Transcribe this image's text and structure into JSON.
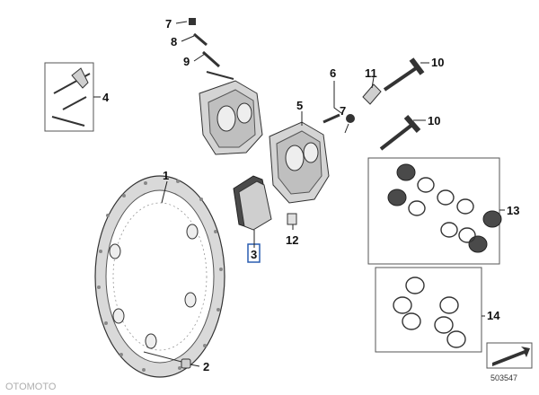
{
  "diagram": {
    "callouts": [
      {
        "id": "c1",
        "text": "1"
      },
      {
        "id": "c2",
        "text": "2"
      },
      {
        "id": "c3",
        "text": "3"
      },
      {
        "id": "c4",
        "text": "4"
      },
      {
        "id": "c5",
        "text": "5"
      },
      {
        "id": "c6",
        "text": "6"
      },
      {
        "id": "c7a",
        "text": "7"
      },
      {
        "id": "c7b",
        "text": "7"
      },
      {
        "id": "c8",
        "text": "8"
      },
      {
        "id": "c9",
        "text": "9"
      },
      {
        "id": "c10a",
        "text": "10"
      },
      {
        "id": "c10b",
        "text": "10"
      },
      {
        "id": "c11",
        "text": "11"
      },
      {
        "id": "c12",
        "text": "12"
      },
      {
        "id": "c13",
        "text": "13"
      },
      {
        "id": "c14",
        "text": "14"
      }
    ],
    "diagram_number": "503547",
    "watermark": "OTOMOTO"
  },
  "colors": {
    "line": "#222222",
    "part_fill": "#cfcfcf",
    "part_dark": "#5a5a5a",
    "highlight_box": "#2a5db0"
  }
}
